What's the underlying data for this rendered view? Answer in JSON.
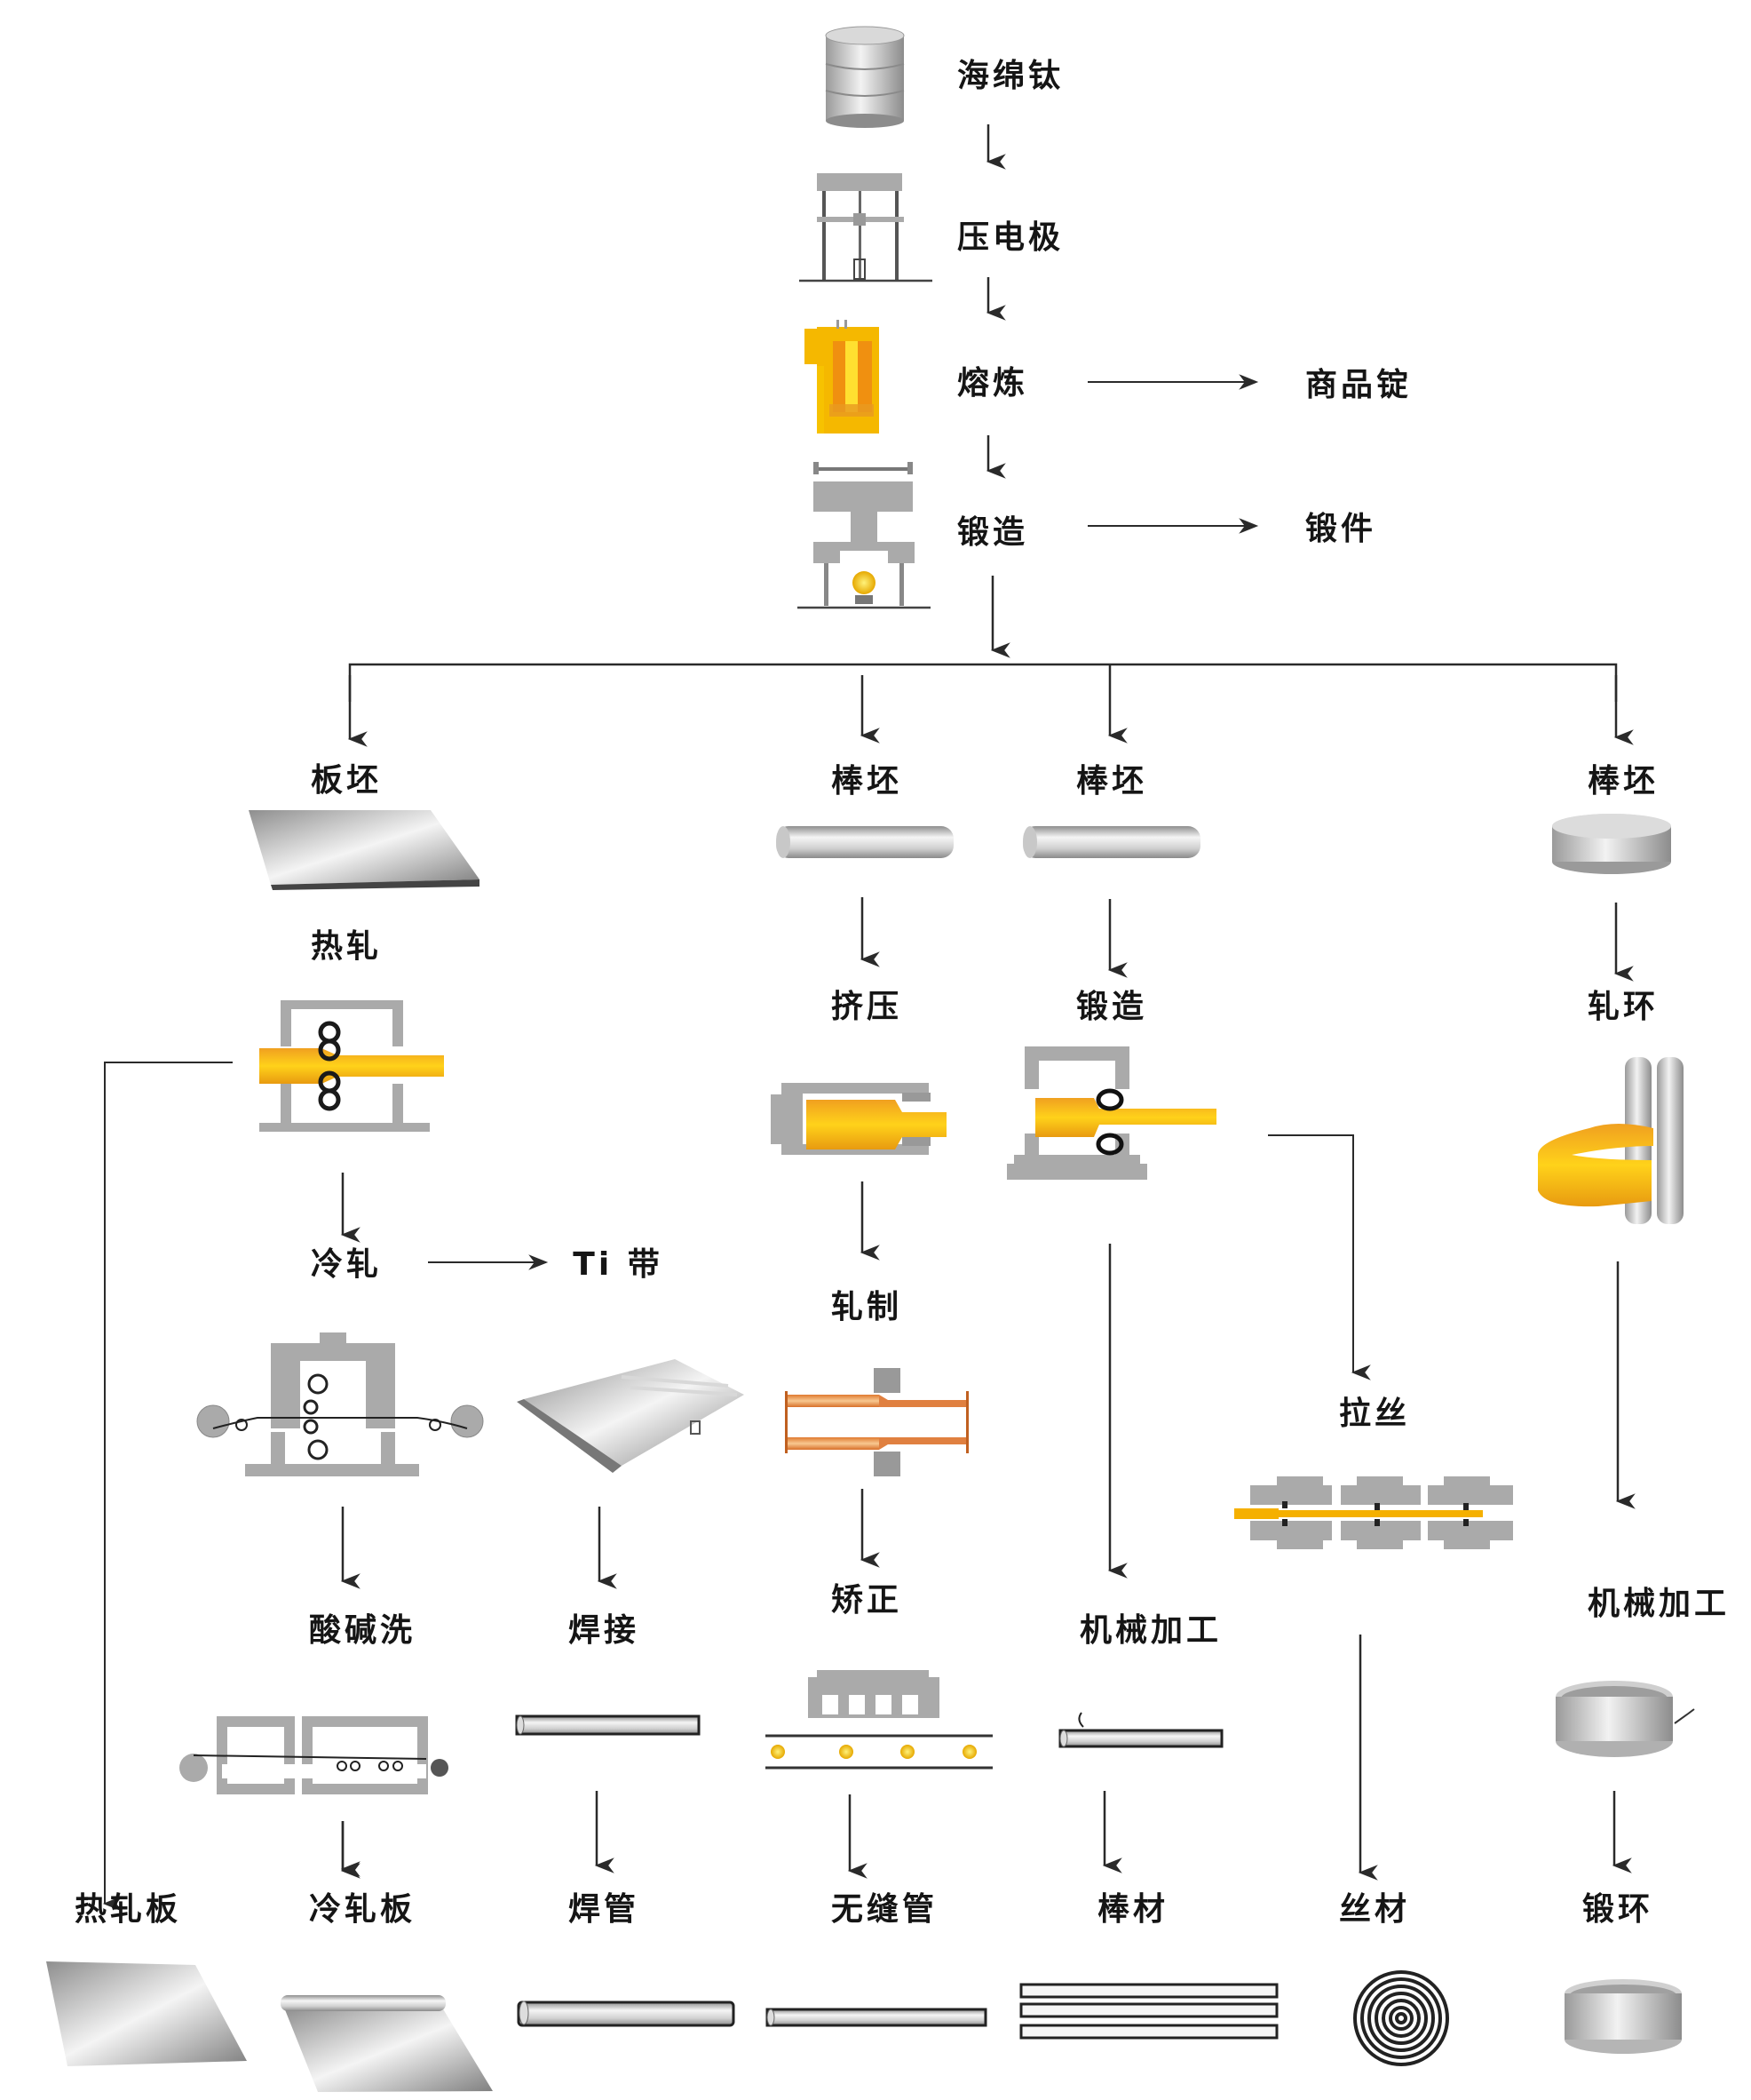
{
  "title": "钛材加工工艺流程",
  "colors": {
    "line": "#2a2a2a",
    "machine_gray": "#a9a9a9",
    "hot_metal": "#f5b800",
    "hot_metal_dark": "#e89a10",
    "copper": "#e8955a",
    "metal_light": "#efefef",
    "metal_dark": "#8a8a8a"
  },
  "main_chain": {
    "sponge_titanium": "海绵钛",
    "press_electrode": "压电极",
    "smelting": "熔炼",
    "commercial_ingot": "商品锭",
    "forging": "锻造",
    "forgings": "锻件"
  },
  "branches": {
    "plate": {
      "billet": "板坯",
      "hot_rolling": "热轧",
      "cold_rolling": "冷轧",
      "ti_strip": "Ti 带",
      "pickling": "酸碱洗",
      "welding": "焊接"
    },
    "tube": {
      "billet": "棒坯",
      "extrusion": "挤压",
      "rolling": "轧制",
      "straightening": "矫正"
    },
    "bar": {
      "billet": "棒坯",
      "forging": "锻造",
      "drawing": "拉丝",
      "machining": "机械加工"
    },
    "ring": {
      "billet": "棒坯",
      "ring_rolling": "轧环",
      "machining": "机械加工"
    }
  },
  "products": [
    "热轧板",
    "冷轧板",
    "焊管",
    "无缝管",
    "棒材",
    "丝材",
    "锻环"
  ]
}
